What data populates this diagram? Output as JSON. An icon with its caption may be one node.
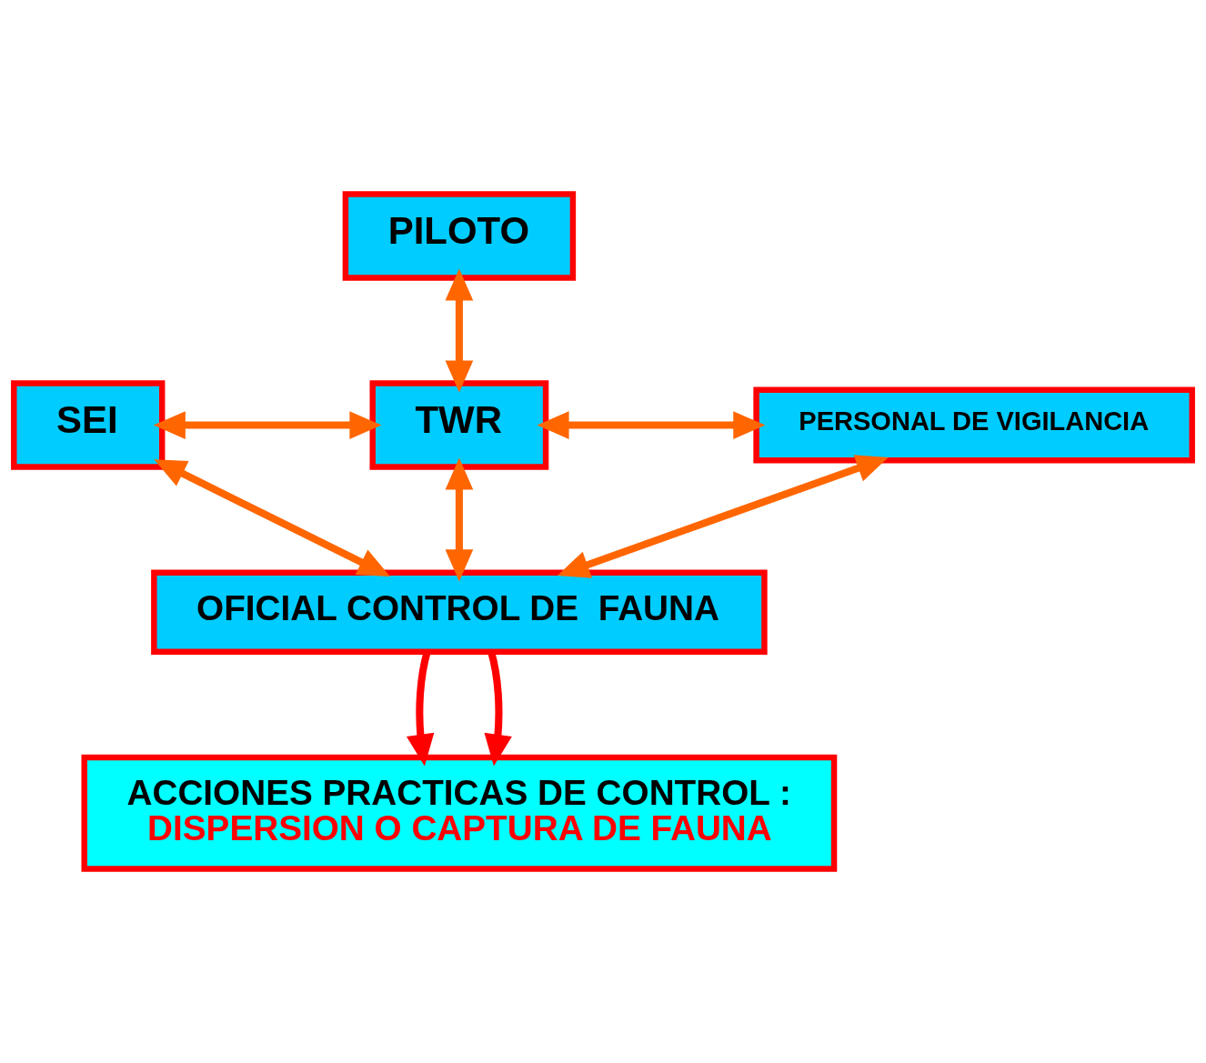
{
  "diagram": {
    "nodes": [
      {
        "text": [
          "PILOTO"
        ]
      },
      {
        "text": [
          "SEI"
        ]
      },
      {
        "text": [
          "TWR"
        ]
      },
      {
        "text": [
          "PERSONAL DE VIGILANCIA"
        ]
      },
      {
        "text": [
          "OFICIAL CONTROL DE  FAUNA"
        ]
      },
      {
        "text": [
          "ACCIONES PRACTICAS DE CONTROL :",
          "DISPERSION O CAPTURA DE FAUNA"
        ]
      }
    ],
    "edges": [
      {
        "from": 0,
        "to": 2,
        "arrow": "both"
      },
      {
        "from": 1,
        "to": 2,
        "arrow": "both"
      },
      {
        "from": 2,
        "to": 3,
        "arrow": "both"
      },
      {
        "from": 2,
        "to": 4,
        "arrow": "both"
      },
      {
        "from": 1,
        "to": 4,
        "arrow": "both"
      },
      {
        "from": 3,
        "to": 4,
        "arrow": "both"
      },
      {
        "from": 4,
        "to": 5,
        "arrow": "to",
        "color": "#ff0000"
      },
      {
        "from": 4,
        "to": 5,
        "arrow": "to",
        "color": "#ff0000"
      }
    ]
  }
}
